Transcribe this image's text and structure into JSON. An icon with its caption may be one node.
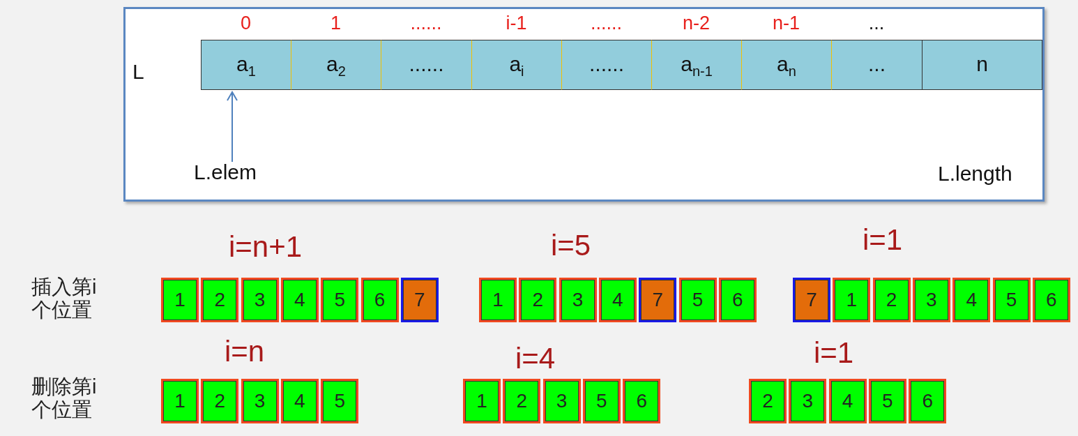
{
  "diagram": {
    "nodes": [
      {
        "text": [],
        "shape": "box"
      },
      {
        "text": [
          "a$_{1}$"
        ],
        "in": 0
      },
      {
        "text": [
          "a$_{2}$"
        ],
        "in": 0
      },
      {
        "text": [
          "......"
        ],
        "in": 0
      },
      {
        "text": [
          "a$_{i}$"
        ],
        "in": 0
      },
      {
        "text": [
          "......"
        ],
        "in": 0
      },
      {
        "text": [
          "a$_{n-1}$"
        ],
        "in": 0
      },
      {
        "text": [
          "a$_{n}$"
        ],
        "in": 0
      },
      {
        "text": [
          "..."
        ],
        "in": 0
      },
      {
        "text": [
          "n"
        ],
        "in": 0
      },
      {
        "text": [
          "L.elem"
        ],
        "in": 0
      },
      {
        "text": [
          "1"
        ]
      },
      {
        "text": [
          "2"
        ]
      },
      {
        "text": [
          "3"
        ]
      },
      {
        "text": [
          "4"
        ]
      },
      {
        "text": [
          "5"
        ]
      },
      {
        "text": [
          "6"
        ]
      },
      {
        "text": [
          "7"
        ]
      },
      {
        "text": [
          "1"
        ]
      },
      {
        "text": [
          "2"
        ]
      },
      {
        "text": [
          "3"
        ]
      },
      {
        "text": [
          "4"
        ]
      },
      {
        "text": [
          "7"
        ]
      },
      {
        "text": [
          "5"
        ]
      },
      {
        "text": [
          "6"
        ]
      },
      {
        "text": [
          "7"
        ]
      },
      {
        "text": [
          "1"
        ]
      },
      {
        "text": [
          "2"
        ]
      },
      {
        "text": [
          "3"
        ]
      },
      {
        "text": [
          "4"
        ]
      },
      {
        "text": [
          "5"
        ]
      },
      {
        "text": [
          "6"
        ]
      },
      {
        "text": [
          "1"
        ]
      },
      {
        "text": [
          "2"
        ]
      },
      {
        "text": [
          "3"
        ]
      },
      {
        "text": [
          "4"
        ]
      },
      {
        "text": [
          "5"
        ]
      },
      {
        "text": [
          "1"
        ]
      },
      {
        "text": [
          "2"
        ]
      },
      {
        "text": [
          "3"
        ]
      },
      {
        "text": [
          "5"
        ]
      },
      {
        "text": [
          "6"
        ]
      },
      {
        "text": [
          "2"
        ]
      },
      {
        "text": [
          "3"
        ]
      },
      {
        "text": [
          "4"
        ]
      },
      {
        "text": [
          "5"
        ]
      },
      {
        "text": [
          "6"
        ]
      }
    ],
    "edges": [
      {
        "from": 10,
        "to": 1,
        "arrow": "to"
      }
    ],
    "labels": [
      "0",
      "1",
      "......",
      "i-1",
      "......",
      "n-2",
      "n-1",
      "...",
      "L",
      "L.length",
      "i=n+1",
      "i=5",
      "i=1",
      "插入第i个位置",
      "i=n",
      "i=4",
      "i=1",
      "删除第i个位置"
    ]
  }
}
